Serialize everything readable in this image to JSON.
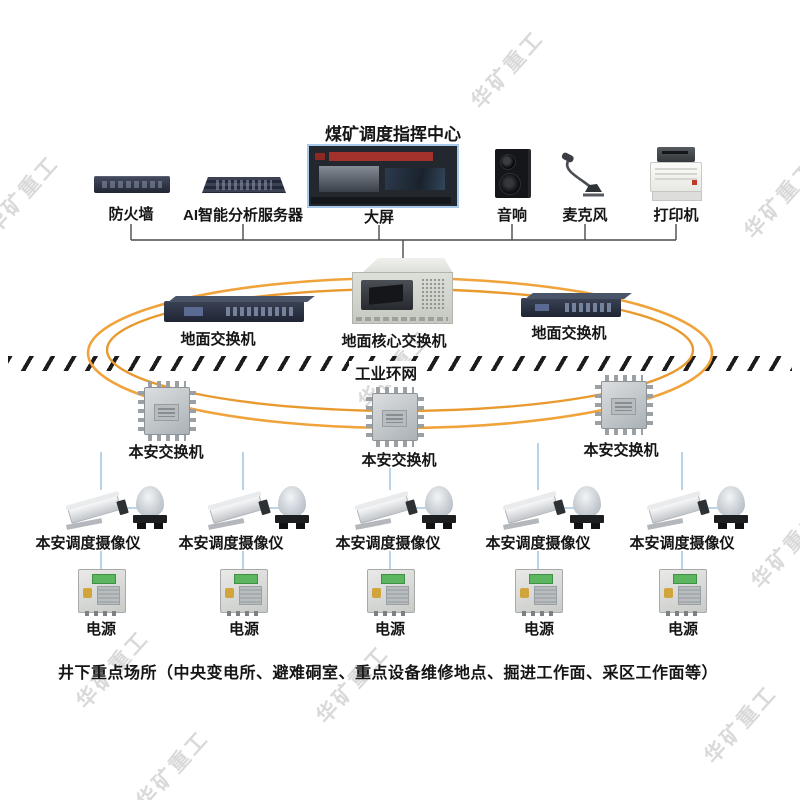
{
  "title": "煤矿调度指挥中心",
  "watermark": "华矿重工",
  "top_devices": {
    "firewall": "防火墙",
    "ai_server": "AI智能分析服务器",
    "big_screen": "大屏",
    "speaker": "音响",
    "microphone": "麦克风",
    "printer": "打印机"
  },
  "ring": {
    "ground_switch_left": "地面交换机",
    "ground_switch_right": "地面交换机",
    "core_switch": "地面核心交换机",
    "ring_label": "工业环网"
  },
  "underground": {
    "safe_switches": [
      {
        "label": "本安交换机"
      },
      {
        "label": "本安交换机"
      },
      {
        "label": "本安交换机"
      }
    ],
    "columns": [
      {
        "camera": "本安调度摄像仪",
        "power": "电源"
      },
      {
        "camera": "本安调度摄像仪",
        "power": "电源"
      },
      {
        "camera": "本安调度摄像仪",
        "power": "电源"
      },
      {
        "camera": "本安调度摄像仪",
        "power": "电源"
      },
      {
        "camera": "本安调度摄像仪",
        "power": "电源"
      }
    ],
    "footer": "井下重点场所（中央变电所、避难硐室、重点设备维修地点、掘进工作面、采区工作面等）"
  },
  "colors": {
    "ring_orange": "#f1a33b",
    "link_blue": "#a9c7e2",
    "line_dark": "#4a4a4a"
  }
}
